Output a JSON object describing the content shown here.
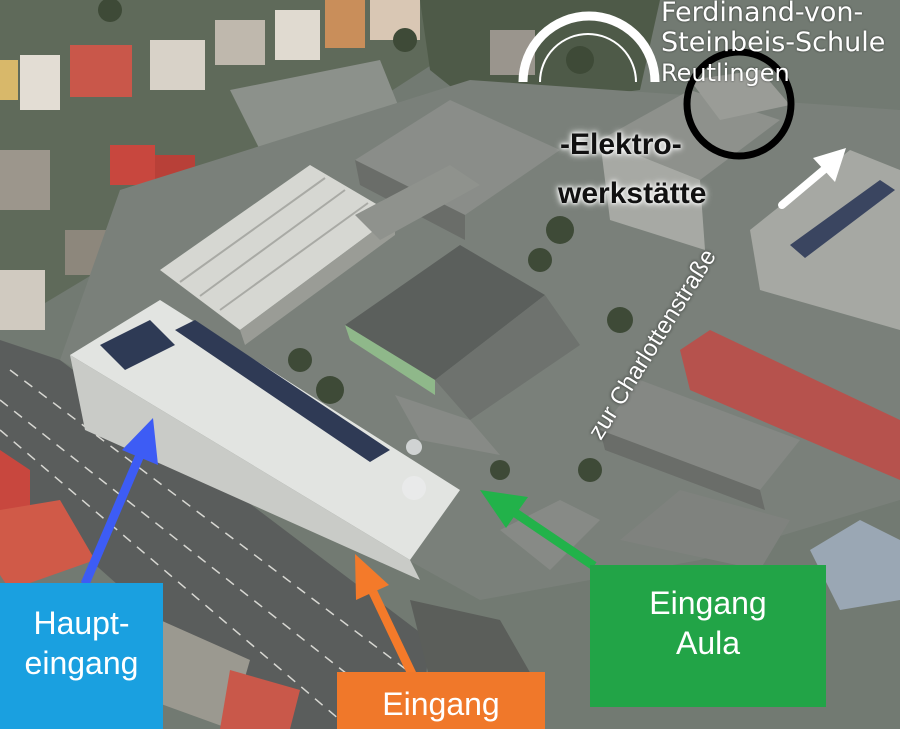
{
  "logo": {
    "line1": "Ferdinand-von-",
    "line2": "Steinbeis-Schule",
    "line3": "Reutlingen"
  },
  "building": {
    "line1": "-Elektro-",
    "line2": "werkstätte"
  },
  "street": {
    "label": "zur Charlottenstraße"
  },
  "entrances": {
    "main": {
      "line1": "Haupt-",
      "line2": "eingang",
      "color": "#1aa0e0"
    },
    "aula": {
      "line1": "Eingang",
      "line2": "Aula",
      "color": "#22a447"
    },
    "side": {
      "line1": "Eingang",
      "color": "#f0782a"
    }
  },
  "arrows": {
    "main_color": "#3d5cf5",
    "aula_color": "#22b24a",
    "side_color": "#f47a2a",
    "street_color": "#ffffff"
  },
  "highlight_ring_color": "#000000"
}
